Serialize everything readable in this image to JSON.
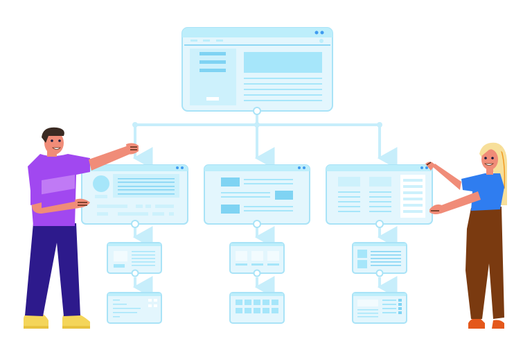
{
  "colors": {
    "background": "#ffffff",
    "window_fill": "#e3f6fd",
    "window_border": "#a9e3f7",
    "window_titlebar": "#bdeefb",
    "window_block": "#a6e6fa",
    "window_line": "#7fd3f3",
    "window_dots": "#3f9bf0",
    "connector": "#c7eefb",
    "man_shirt": "#a148f0",
    "man_pants": "#2d1a8c",
    "man_shoes": "#f4d55a",
    "skin": "#f08c78",
    "hair_dark": "#3a2a22",
    "woman_hair": "#f7df9a",
    "woman_shirt": "#2f7df0",
    "woman_pants": "#7a3a10",
    "woman_shoes": "#e4581c"
  },
  "diagram": {
    "type": "sitemap-hierarchy",
    "levels": 4,
    "root_count": 1,
    "branch_count": 3,
    "nodes_per_branch_below": 2
  },
  "figures": [
    {
      "name": "man",
      "icon": "person-pointing-icon"
    },
    {
      "name": "woman",
      "icon": "person-holding-icon"
    }
  ]
}
